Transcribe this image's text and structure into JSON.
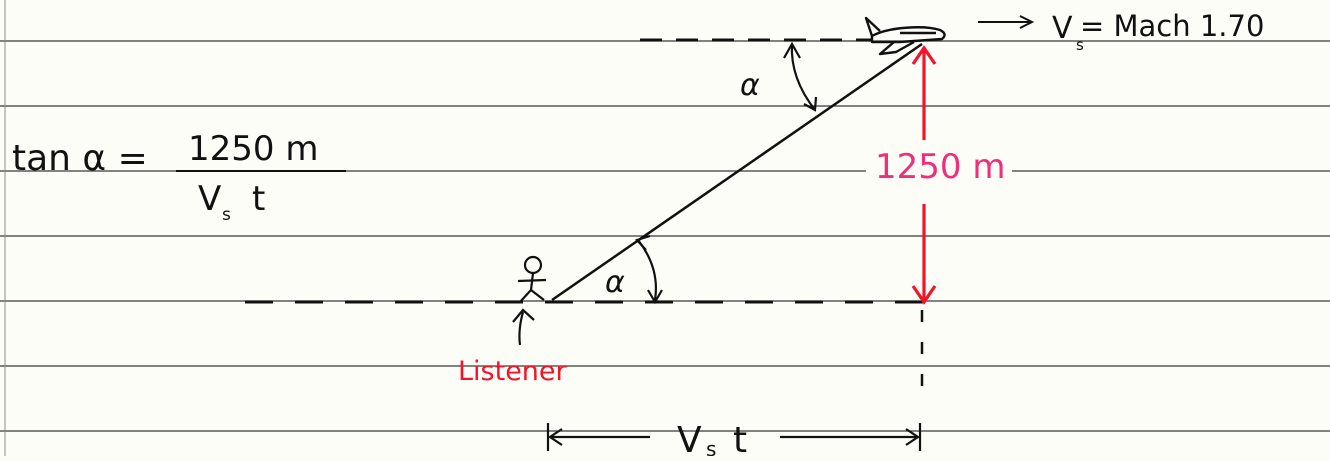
{
  "colors": {
    "paper": "#fdfdf8",
    "rule": "#3a3a3a",
    "ink": "#111111",
    "accent_red": "#f0152a",
    "accent_pink": "#ef2f7a"
  },
  "labels": {
    "velocity": "V",
    "velocity_sub": "s",
    "velocity_value": "= Mach 1.70",
    "alpha_top": "α",
    "alpha_bottom": "α",
    "height": "1250 m",
    "listener": "Listener",
    "base_v": "V",
    "base_sub": "s",
    "base_t": "t"
  },
  "equation": {
    "lhs": "tan α =",
    "numerator": "1250 m",
    "denominator_v": "V",
    "denominator_sub": "s",
    "denominator_t": "t"
  },
  "icons": {
    "plane": "airplane-icon",
    "listener": "stick-figure-icon"
  }
}
